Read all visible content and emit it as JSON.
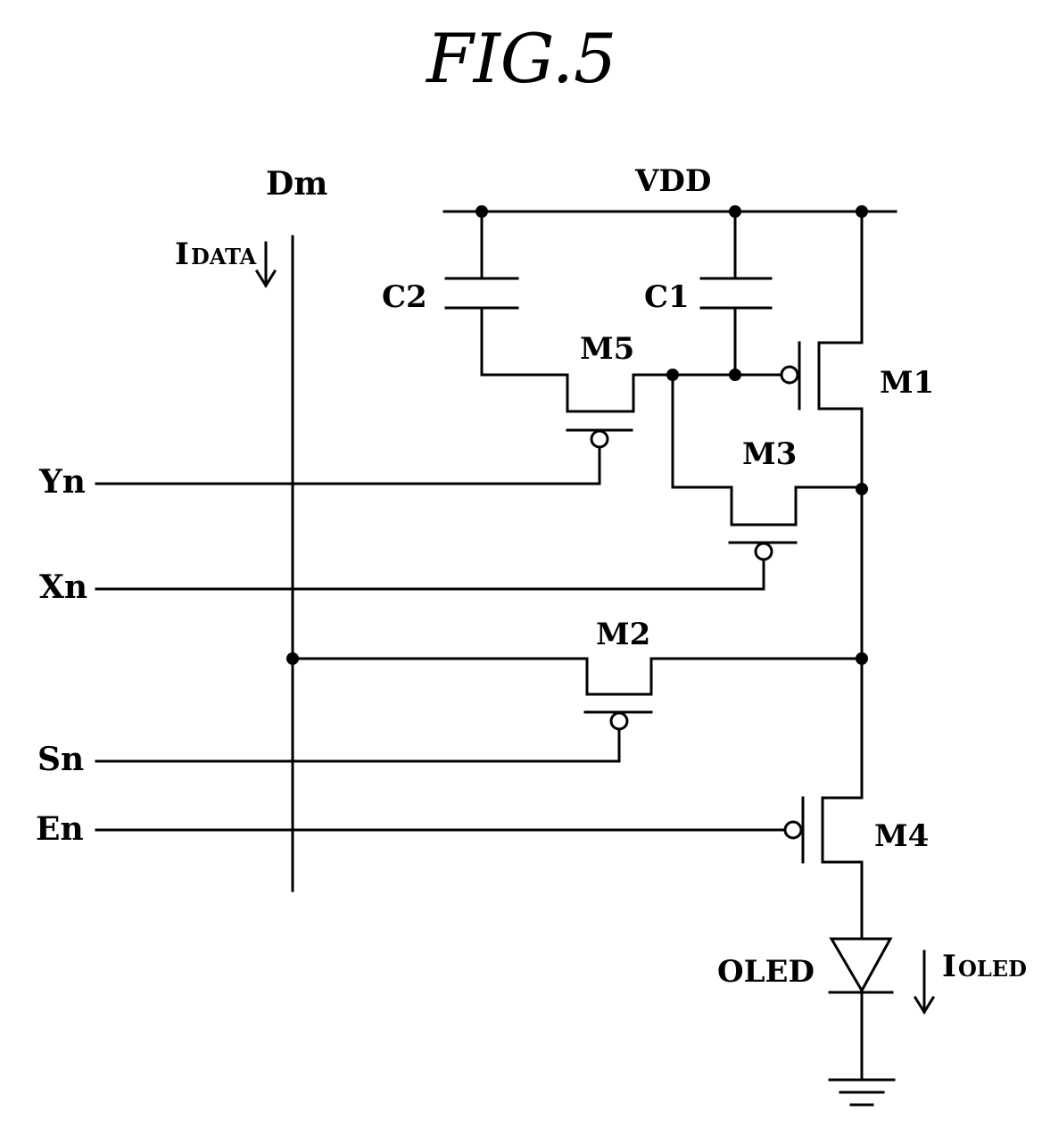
{
  "figure": {
    "title": "FIG.5"
  },
  "labels": {
    "data_line": "Dm",
    "data_current_main": "I",
    "data_current_sub": "DATA",
    "supply": "VDD",
    "cap_c2": "C2",
    "cap_c1": "C1",
    "tr_m5": "M5",
    "tr_m1": "M1",
    "tr_m3": "M3",
    "tr_m2": "M2",
    "tr_m4": "M4",
    "sig_yn": "Yn",
    "sig_xn": "Xn",
    "sig_sn": "Sn",
    "sig_en": "En",
    "oled": "OLED",
    "oled_current_main": "I",
    "oled_current_sub": "OLED"
  }
}
